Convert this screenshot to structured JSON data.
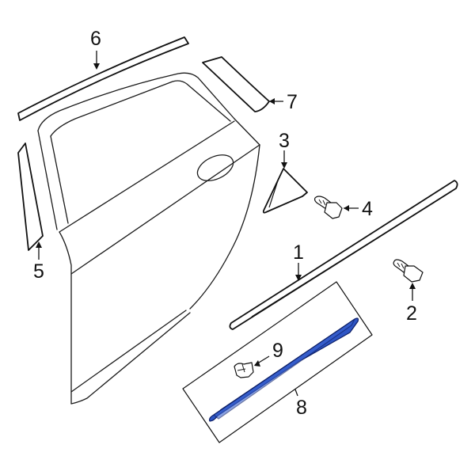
{
  "diagram": {
    "subject": "Rear door exterior moldings exploded parts view",
    "highlight_color": "#2e55c4",
    "line_color": "#111111",
    "background": "#ffffff",
    "callouts": [
      {
        "id": "1",
        "label": "1",
        "part": "belt-molding"
      },
      {
        "id": "2",
        "label": "2",
        "part": "clip-fastener"
      },
      {
        "id": "3",
        "label": "3",
        "part": "triangle-applique"
      },
      {
        "id": "4",
        "label": "4",
        "part": "clip-fastener"
      },
      {
        "id": "5",
        "label": "5",
        "part": "front-pillar-applique"
      },
      {
        "id": "6",
        "label": "6",
        "part": "upper-frame-molding"
      },
      {
        "id": "7",
        "label": "7",
        "part": "rear-pillar-applique"
      },
      {
        "id": "8",
        "label": "8",
        "part": "lower-door-molding-kit"
      },
      {
        "id": "9",
        "label": "9",
        "part": "molding-clip"
      }
    ]
  }
}
